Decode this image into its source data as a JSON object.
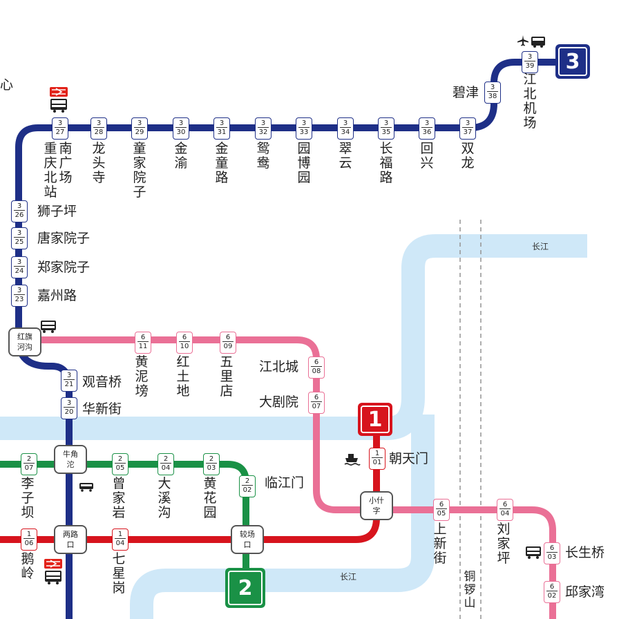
{
  "colors": {
    "line1": "#d7141d",
    "line2": "#1a9146",
    "line3": "#1e2f87",
    "line6": "#ea7096",
    "river": "#cfe8f8",
    "boundary": "#999999"
  },
  "top_left_fragment": "心",
  "lines": [
    {
      "id": "1",
      "color": "#d7141d"
    },
    {
      "id": "2",
      "color": "#1a9146"
    },
    {
      "id": "3",
      "color": "#1e2f87"
    }
  ],
  "rivers": [
    {
      "label_top": "长江",
      "label_bottom": "长江"
    }
  ],
  "district_label": "铜锣山",
  "line3_stations": [
    {
      "num": "3",
      "code": "39",
      "name": "江北机场"
    },
    {
      "num": "3",
      "code": "38",
      "name": "碧津"
    },
    {
      "num": "3",
      "code": "37",
      "name": "双龙"
    },
    {
      "num": "3",
      "code": "36",
      "name": "回兴"
    },
    {
      "num": "3",
      "code": "35",
      "name": "长福路"
    },
    {
      "num": "3",
      "code": "34",
      "name": "翠云"
    },
    {
      "num": "3",
      "code": "33",
      "name": "园博园"
    },
    {
      "num": "3",
      "code": "32",
      "name": "鸳鸯"
    },
    {
      "num": "3",
      "code": "31",
      "name": "金童路"
    },
    {
      "num": "3",
      "code": "30",
      "name": "金渝"
    },
    {
      "num": "3",
      "code": "29",
      "name": "童家院子"
    },
    {
      "num": "3",
      "code": "28",
      "name": "龙头寺"
    },
    {
      "num": "3",
      "code": "27",
      "name": "重庆北站南广场"
    },
    {
      "num": "3",
      "code": "26",
      "name": "狮子坪"
    },
    {
      "num": "3",
      "code": "25",
      "name": "唐家院子"
    },
    {
      "num": "3",
      "code": "24",
      "name": "郑家院子"
    },
    {
      "num": "3",
      "code": "23",
      "name": "嘉州路"
    },
    {
      "num": "3",
      "code": "21",
      "name": "观音桥"
    },
    {
      "num": "3",
      "code": "20",
      "name": "华新街"
    }
  ],
  "line3_vertical_names": {
    "s27_col1": "重庆北站",
    "s27_col2": "南广场"
  },
  "line6_stations": [
    {
      "num": "6",
      "code": "11",
      "name": "黄泥塝"
    },
    {
      "num": "6",
      "code": "10",
      "name": "红土地"
    },
    {
      "num": "6",
      "code": "09",
      "name": "五里店"
    },
    {
      "num": "6",
      "code": "08",
      "name": "江北城"
    },
    {
      "num": "6",
      "code": "07",
      "name": "大剧院"
    },
    {
      "num": "6",
      "code": "05",
      "name": "上新街"
    },
    {
      "num": "6",
      "code": "04",
      "name": "刘家坪"
    },
    {
      "num": "6",
      "code": "03",
      "name": "长生桥"
    },
    {
      "num": "6",
      "code": "02",
      "name": "邱家湾"
    }
  ],
  "line2_stations": [
    {
      "num": "2",
      "code": "07",
      "name": "李子坝"
    },
    {
      "num": "2",
      "code": "05",
      "name": "曾家岩"
    },
    {
      "num": "2",
      "code": "04",
      "name": "大溪沟"
    },
    {
      "num": "2",
      "code": "03",
      "name": "黄花园"
    },
    {
      "num": "2",
      "code": "02",
      "name": "临江门"
    }
  ],
  "line1_stations": [
    {
      "num": "1",
      "code": "06",
      "name": "鹅岭"
    },
    {
      "num": "1",
      "code": "04",
      "name": "七星岗"
    },
    {
      "num": "1",
      "code": "01",
      "name": "朝天门"
    }
  ],
  "interchanges": [
    {
      "id": "hongqihegou",
      "name": "红旗河沟"
    },
    {
      "id": "niujiaotuo",
      "name": "牛角沱"
    },
    {
      "id": "lianglukou",
      "name": "两路口"
    },
    {
      "id": "jiaochangkou",
      "name": "较场口"
    },
    {
      "id": "xiaoshizi",
      "name": "小什字"
    }
  ],
  "icons": [
    "plane-icon",
    "bus-icon",
    "rail-icon"
  ]
}
